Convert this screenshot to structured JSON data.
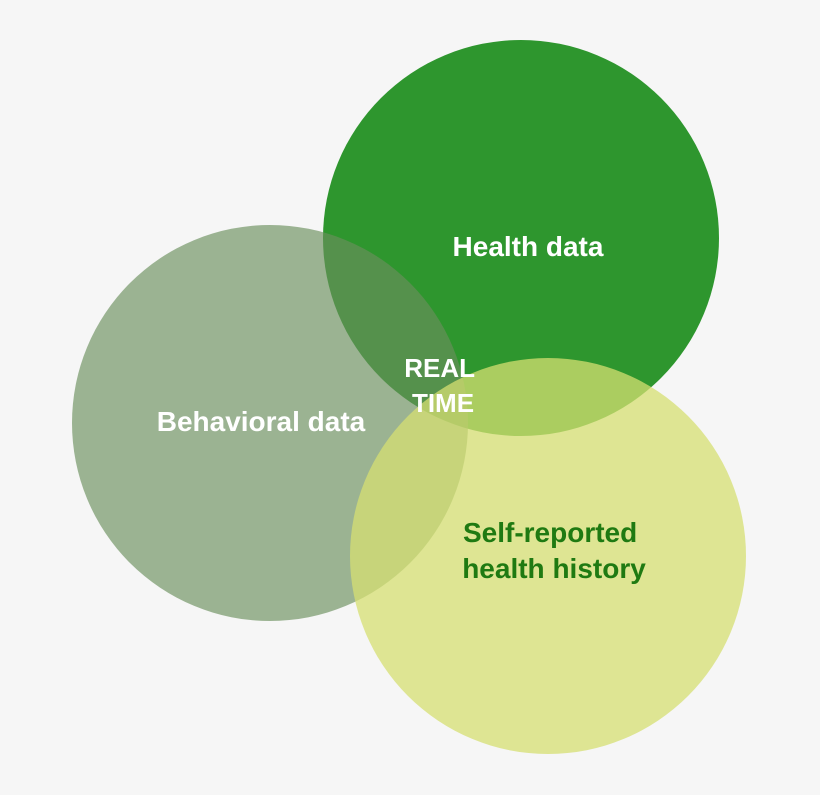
{
  "diagram": {
    "type": "venn",
    "background_color": "#f6f6f6",
    "sets": [
      {
        "id": "health",
        "label_lines": [
          "Health data"
        ],
        "color": "#2e962e",
        "text_color": "#ffffff"
      },
      {
        "id": "behavioral",
        "label_lines": [
          "Behavioral data"
        ],
        "color": "#6a8f5c",
        "text_color": "#ffffff"
      },
      {
        "id": "self_reported",
        "label_lines": [
          "Self-reported",
          "health history"
        ],
        "color": "#d5df72",
        "text_color": "#1f7a12"
      }
    ],
    "center": {
      "label_lines": [
        "REAL",
        "TIME"
      ],
      "text_color": "#ffffff"
    }
  }
}
